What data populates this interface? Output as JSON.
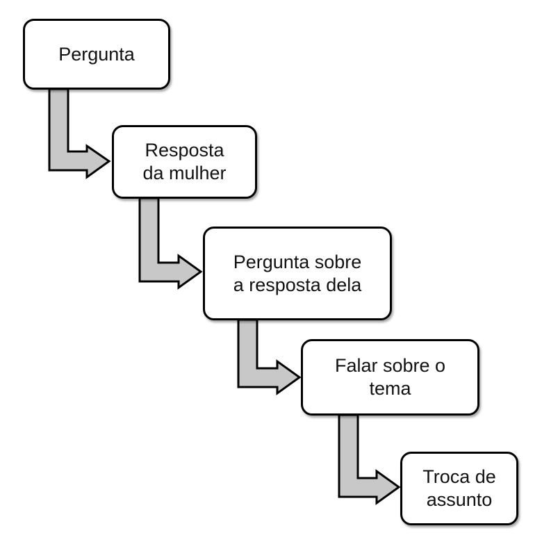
{
  "steps": [
    {
      "lines": [
        "Pergunta"
      ]
    },
    {
      "lines": [
        "Resposta",
        "da mulher"
      ]
    },
    {
      "lines": [
        "Pergunta sobre",
        "a resposta dela"
      ]
    },
    {
      "lines": [
        "Falar sobre o",
        "tema"
      ]
    },
    {
      "lines": [
        "Troca de",
        "assunto"
      ]
    }
  ],
  "colors": {
    "arrow_fill": "#c8c8c8",
    "stroke": "#000000",
    "box_fill": "#ffffff"
  }
}
